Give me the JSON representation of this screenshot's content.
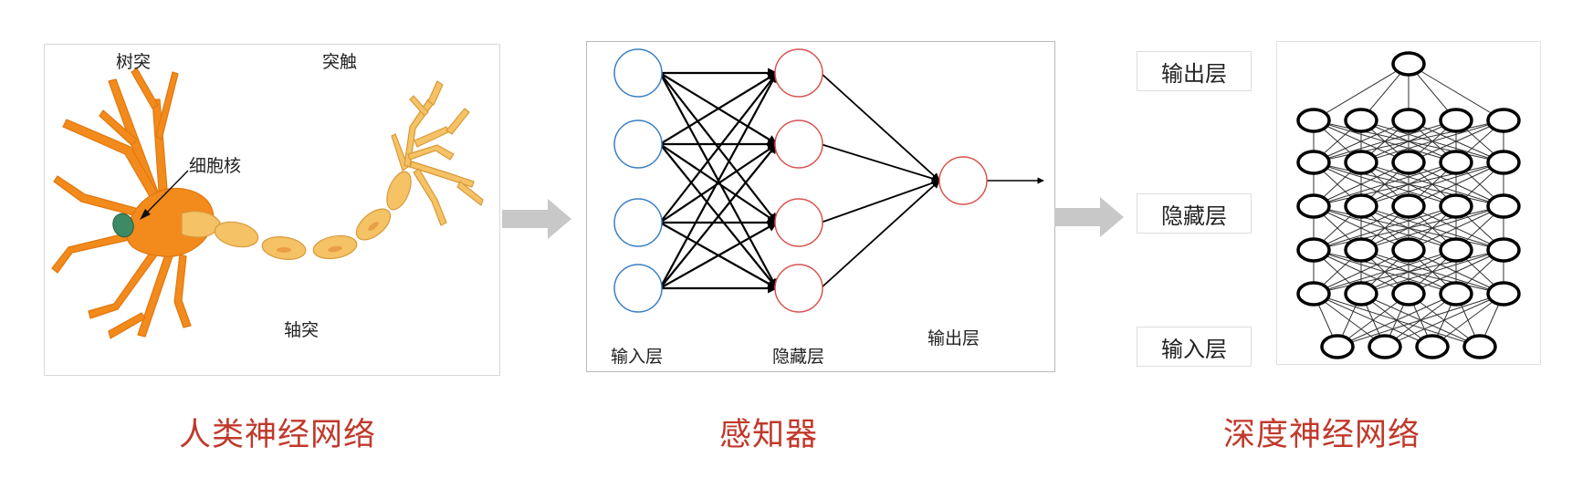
{
  "neuron": {
    "dendrite": "树突",
    "synapse": "突触",
    "nucleus": "细胞核",
    "axon": "轴突",
    "caption": "人类神经网络"
  },
  "perceptron": {
    "input_layer": "输入层",
    "hidden_layer": "隐藏层",
    "output_layer": "输出层",
    "caption": "感知器"
  },
  "deep": {
    "output_layer": "输出层",
    "hidden_layer": "隐藏层",
    "input_layer": "输入层",
    "caption": "深度神经网络"
  },
  "colors": {
    "caption": "#c0392b",
    "neuron_body": "#f28a1c",
    "axon_segment": "#f5c265",
    "nucleus": "#3e8a66",
    "input_node": "#3a7fc4",
    "hidden_node": "#d9534f",
    "arrow": "#c8c8c8"
  }
}
